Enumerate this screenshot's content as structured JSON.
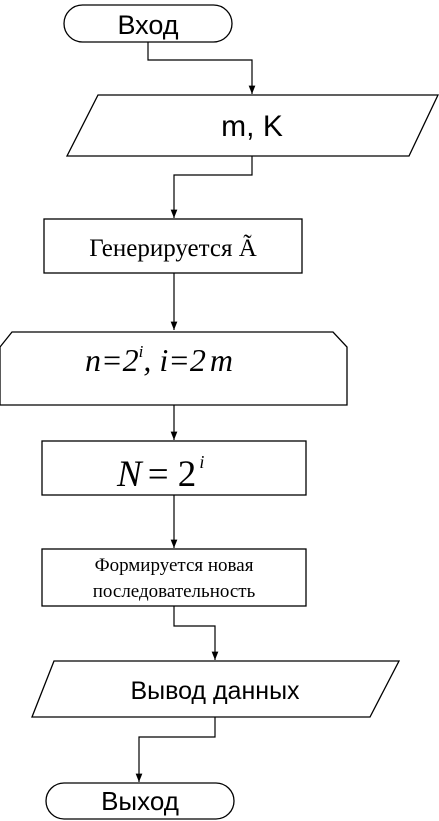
{
  "diagram": {
    "start": {
      "label": "Вход"
    },
    "input": {
      "label": "m, K"
    },
    "generate": {
      "label": "Генерируется Ã"
    },
    "prep": {
      "n_part": "n=2",
      "i_part": ", i=2",
      "m_part": "m",
      "exp": "i"
    },
    "compute": {
      "lhs": "N",
      "eq": "= 2",
      "exp": "i"
    },
    "form": {
      "line1": "Формируется новая",
      "line2": "последовательность"
    },
    "output": {
      "label": "Вывод данных"
    },
    "end": {
      "label": "Выход"
    }
  }
}
